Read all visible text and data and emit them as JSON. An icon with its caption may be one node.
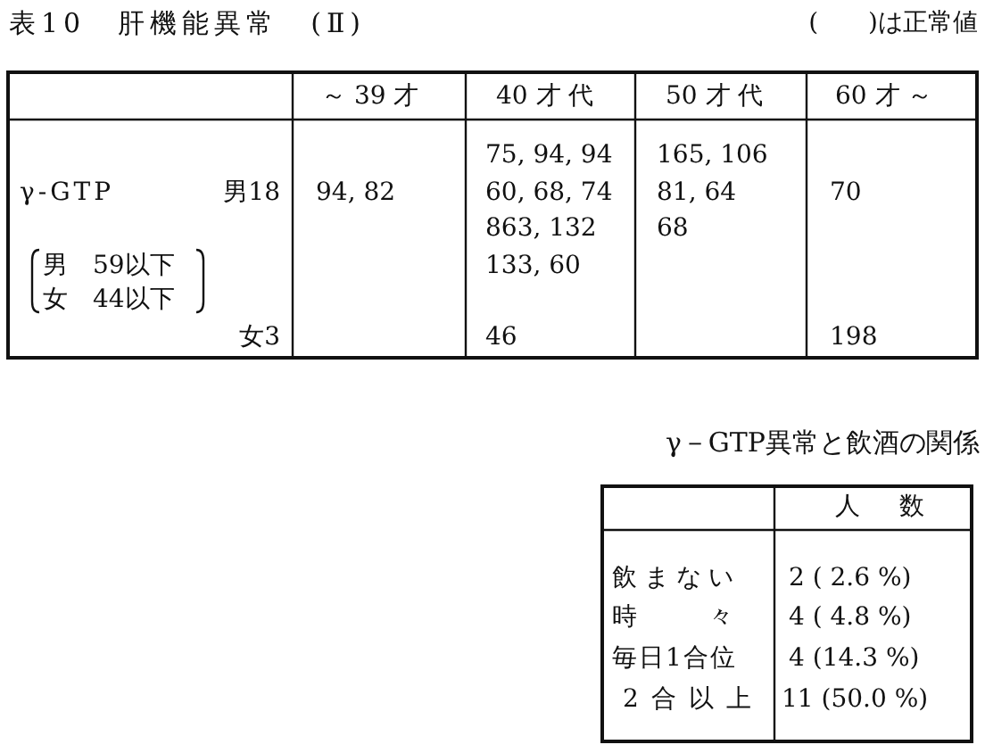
{
  "diagram": {
    "title": "表10　肝機能異常　(Ⅱ)",
    "labels": [
      "(　　)は正常値",
      "～ 39 才",
      "40 才 代",
      "50 才 代",
      "60 才 ～",
      "γ-GTP",
      "男18",
      "94, 82",
      "75, 94, 94",
      "165, 106",
      "60, 68, 74",
      "81, 64",
      "70",
      "863, 132",
      "68",
      "男　59以下",
      "133, 60",
      "女　44以下",
      "女3",
      "46",
      "198",
      "γ－GTP異常と飲酒の関係",
      "人　数",
      "飲まない",
      "2 ( 2.6 %)",
      "時々",
      "4 ( 4.8 %)",
      "毎日1合位",
      "4 (14.3 %)",
      "2合以上",
      "11 (50.0 %)"
    ]
  }
}
